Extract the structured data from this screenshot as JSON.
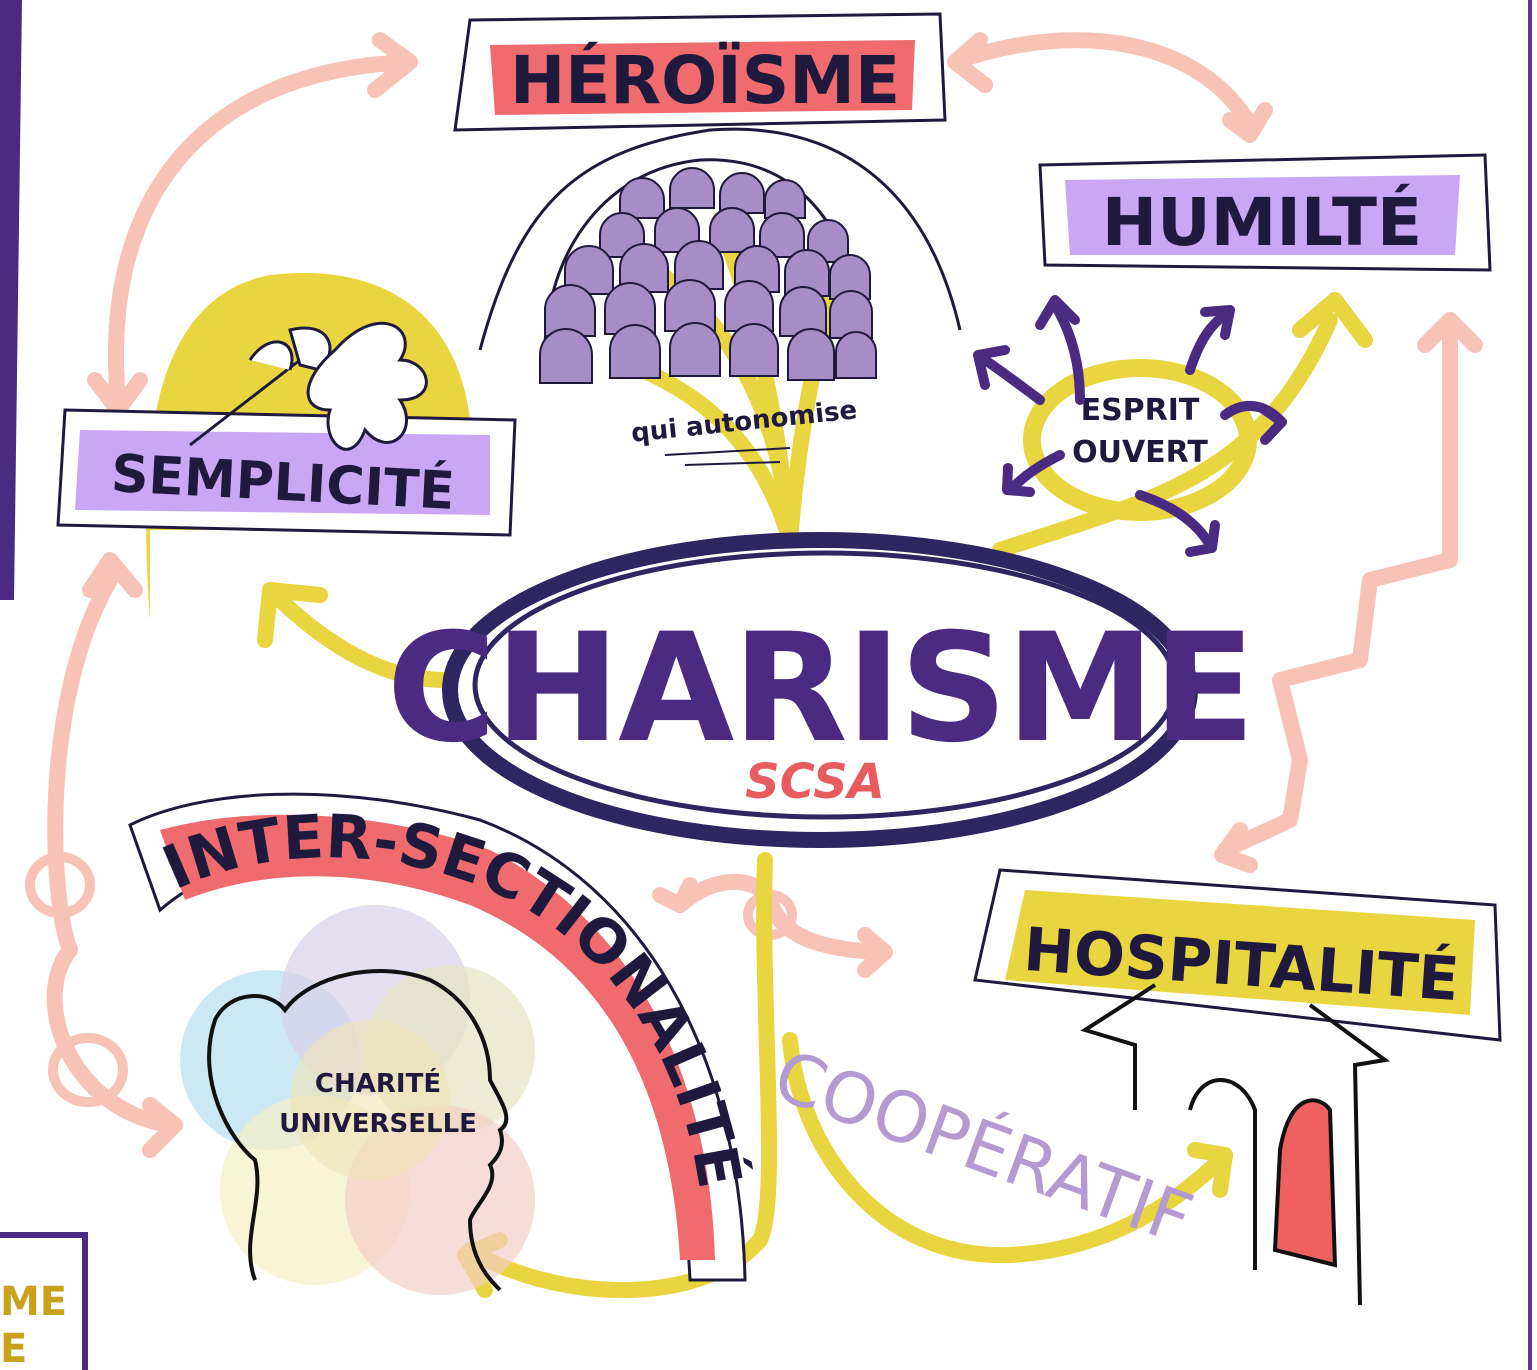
{
  "center": {
    "title": "CHARISME",
    "subtitle": "SCSA"
  },
  "nodes": {
    "heroisme": "HÉROÏSME",
    "humilite": "HUMILTÉ",
    "semplicite": "SEMPLICITÉ",
    "hospitalite": "HOSPITALITÉ",
    "intersection": "INTER-SECTIONALITÉ"
  },
  "labels": {
    "autonomise": "qui autonomise",
    "esprit_line1": "ESPRIT",
    "esprit_line2": "OUVERT",
    "charite_line1": "CHARITÉ",
    "charite_line2": "UNIVERSELLE",
    "cooperatif": "COOPÉRATIF",
    "corner_line1": "ME",
    "corner_line2": "E"
  },
  "colors": {
    "purple_dark": "#4b2a82",
    "red": "#ef6b6e",
    "lavender": "#c9a7f5",
    "yellow": "#e8d53f",
    "peach": "#f6c3b6",
    "seat": "#a78dc7",
    "ink": "#1f1a3d"
  }
}
